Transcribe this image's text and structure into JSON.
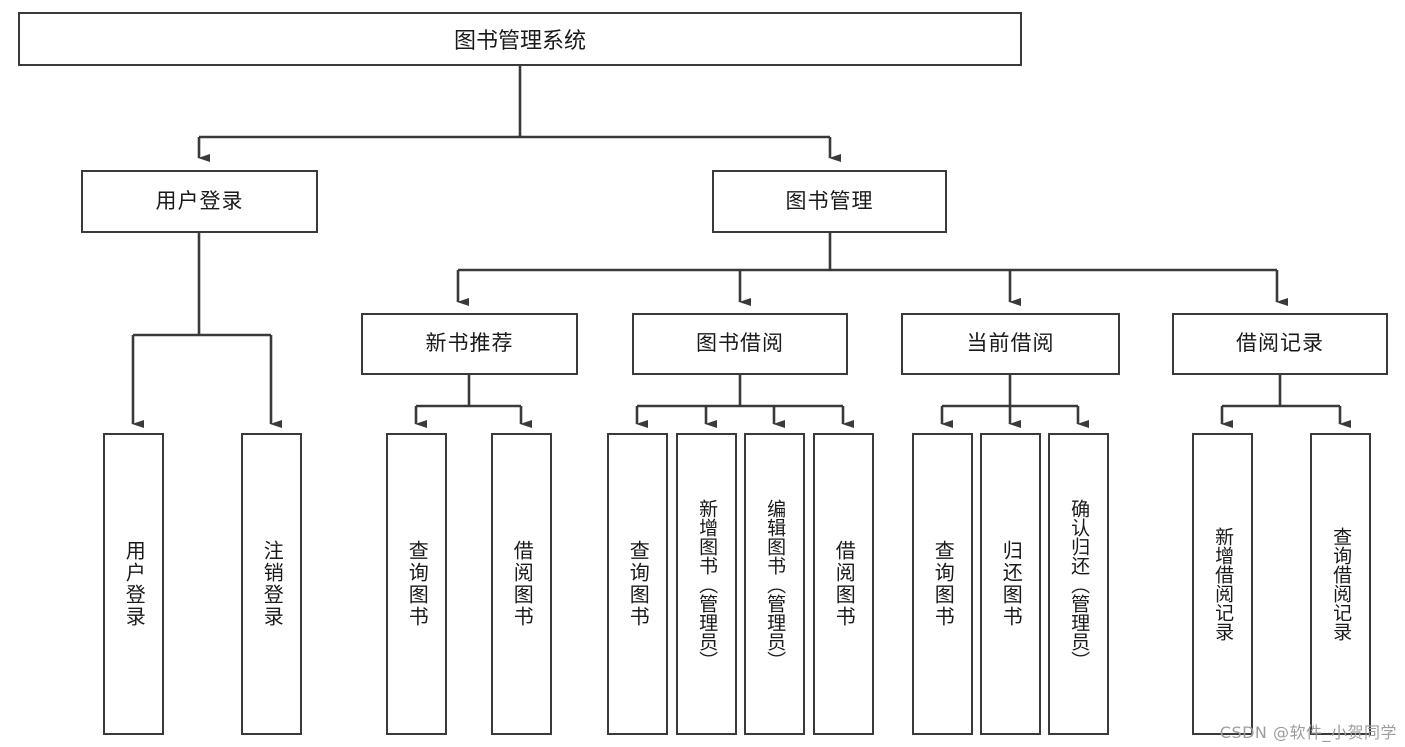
{
  "diagram": {
    "title": "图书管理系统",
    "watermark": "CSDN @软件_小贺同学",
    "root": {
      "label": "图书管理系统"
    },
    "level2": [
      {
        "label": "用户登录"
      },
      {
        "label": "图书管理"
      }
    ],
    "level3": [
      {
        "label": "新书推荐"
      },
      {
        "label": "图书借阅"
      },
      {
        "label": "当前借阅"
      },
      {
        "label": "借阅记录"
      }
    ],
    "leaves": {
      "user_login": [
        {
          "label": "用户登录"
        },
        {
          "label": "注销登录"
        }
      ],
      "new_book": [
        {
          "label": "查询图书"
        },
        {
          "label": "借阅图书"
        }
      ],
      "book_borrow": [
        {
          "label": "查询图书"
        },
        {
          "label": "新增图书（管理员）"
        },
        {
          "label": "编辑图书（管理员）"
        },
        {
          "label": "借阅图书"
        }
      ],
      "current_borrow": [
        {
          "label": "查询图书"
        },
        {
          "label": "归还图书"
        },
        {
          "label": "确认归还（管理员）"
        }
      ],
      "borrow_record": [
        {
          "label": "新增借阅记录"
        },
        {
          "label": "查询借阅记录"
        }
      ]
    },
    "colors": {
      "stroke": "#3a3a3a",
      "fill": "#ffffff",
      "text": "#1a1a1a",
      "watermark": "#9d9d9d"
    }
  }
}
